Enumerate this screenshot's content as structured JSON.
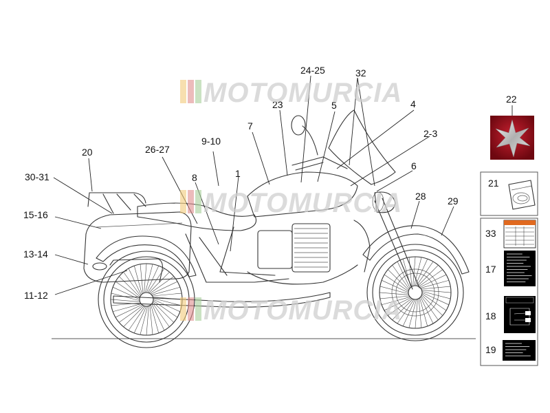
{
  "watermark": {
    "text": "MOTOMURCIA"
  },
  "callouts": {
    "c1": "1",
    "c2_3": "2-3",
    "c4": "4",
    "c5": "5",
    "c6": "6",
    "c7": "7",
    "c8": "8",
    "c9_10": "9-10",
    "c11_12": "11-12",
    "c13_14": "13-14",
    "c15_16": "15-16",
    "c20": "20",
    "c21": "21",
    "c22": "22",
    "c23": "23",
    "c24_25": "24-25",
    "c26_27": "26-27",
    "c28": "28",
    "c29": "29",
    "c30_31": "30-31",
    "c32": "32",
    "c33": "33",
    "c17": "17",
    "c18": "18",
    "c19": "19"
  },
  "colors": {
    "emblem_red": "#a0141c",
    "emblem_silver": "#c8c8c8",
    "label_orange": "#e0691f",
    "watermark_grey": "#cfcfcf"
  }
}
